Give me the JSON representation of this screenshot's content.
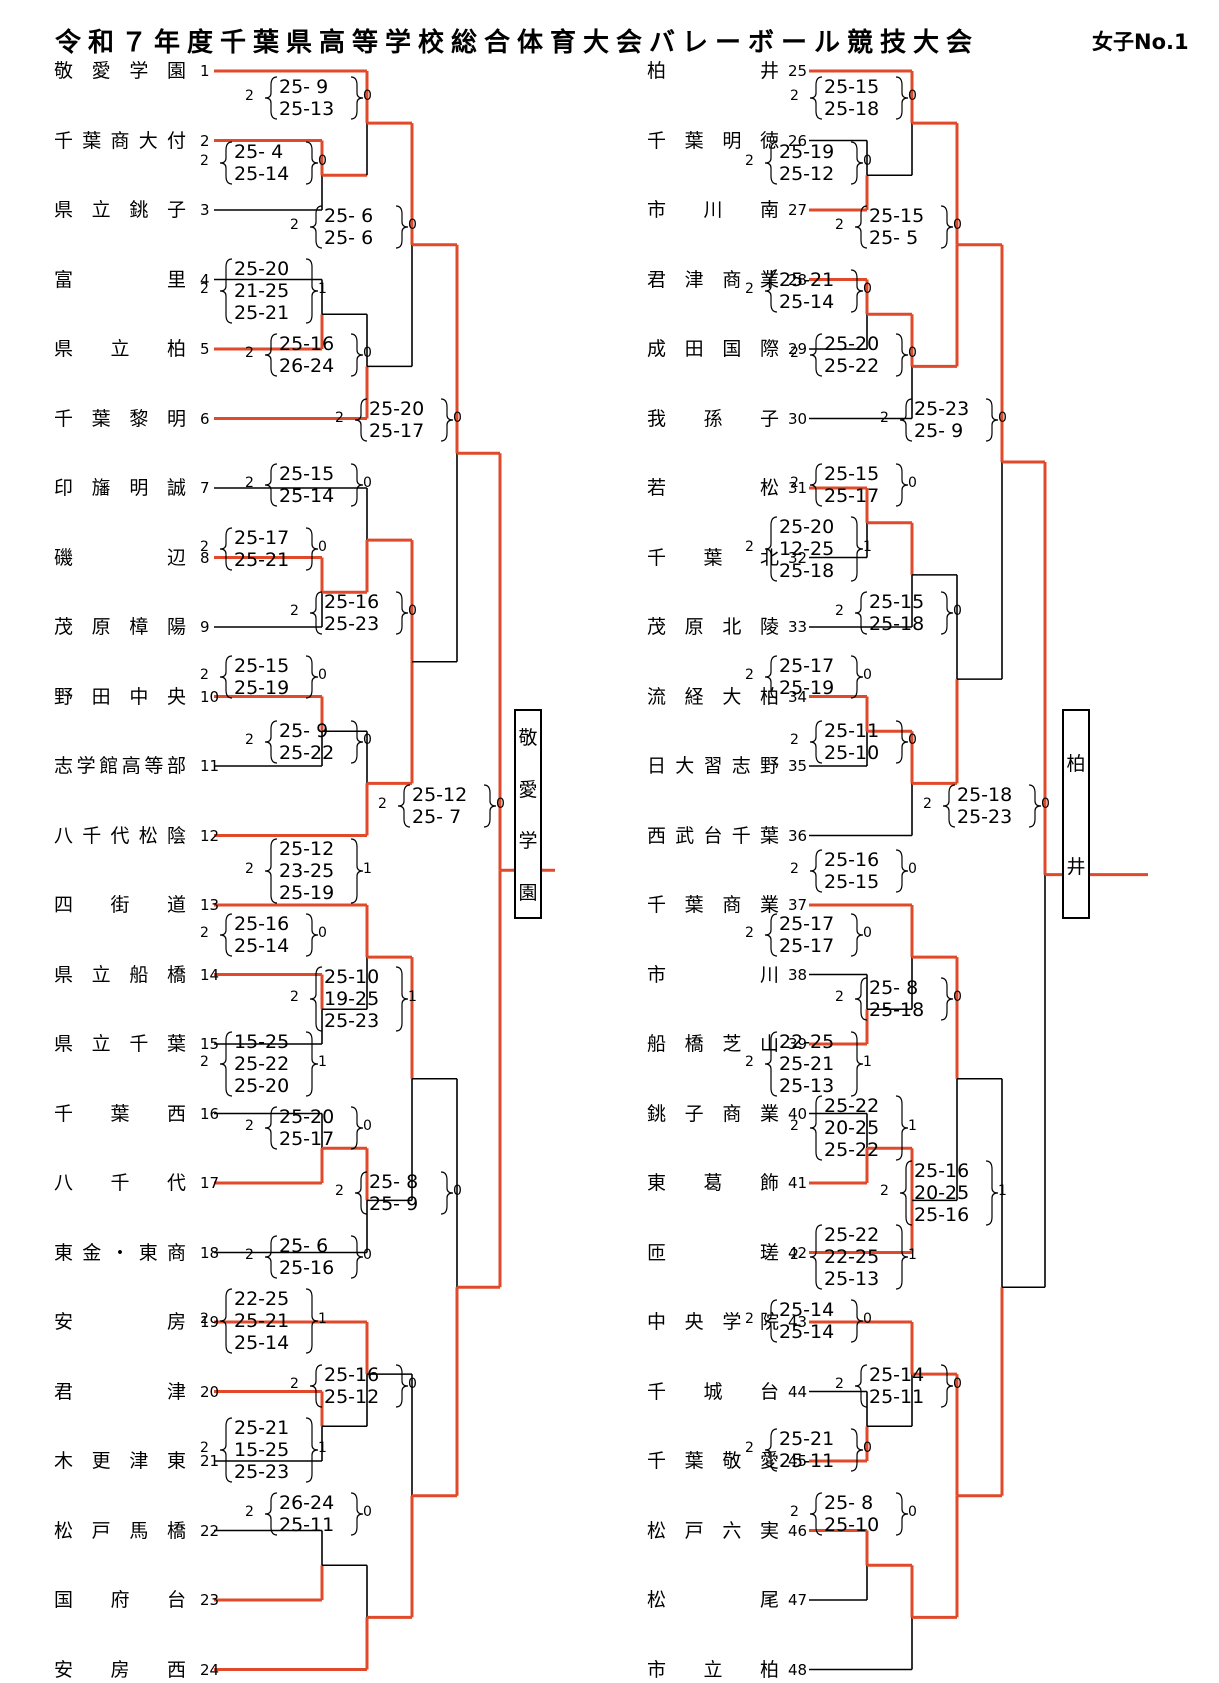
{
  "title": "令和７年度千葉県高等学校総合体育大会バレーボール競技大会",
  "subtitle": "女子No.1",
  "colors": {
    "winner_line": "#e04a2a",
    "loser_line": "#000000"
  },
  "teams_left": [
    {
      "num": "1",
      "name": "敬愛学園"
    },
    {
      "num": "2",
      "name": "千葉商大付"
    },
    {
      "num": "3",
      "name": "県立銚子"
    },
    {
      "num": "4",
      "name": "富里"
    },
    {
      "num": "5",
      "name": "県立柏"
    },
    {
      "num": "6",
      "name": "千葉黎明"
    },
    {
      "num": "7",
      "name": "印旛明誠"
    },
    {
      "num": "8",
      "name": "磯辺"
    },
    {
      "num": "9",
      "name": "茂原樟陽"
    },
    {
      "num": "10",
      "name": "野田中央"
    },
    {
      "num": "11",
      "name": "志学館高等部"
    },
    {
      "num": "12",
      "name": "八千代松陰"
    },
    {
      "num": "13",
      "name": "四街道"
    },
    {
      "num": "14",
      "name": "県立船橋"
    },
    {
      "num": "15",
      "name": "県立千葉"
    },
    {
      "num": "16",
      "name": "千葉西"
    },
    {
      "num": "17",
      "name": "八千代"
    },
    {
      "num": "18",
      "name": "東金・東商"
    },
    {
      "num": "19",
      "name": "安房"
    },
    {
      "num": "20",
      "name": "君津"
    },
    {
      "num": "21",
      "name": "木更津東"
    },
    {
      "num": "22",
      "name": "松戸馬橋"
    },
    {
      "num": "23",
      "name": "国府台"
    },
    {
      "num": "24",
      "name": "安房西"
    }
  ],
  "teams_right": [
    {
      "num": "25",
      "name": "柏井"
    },
    {
      "num": "26",
      "name": "千葉明徳"
    },
    {
      "num": "27",
      "name": "市川南"
    },
    {
      "num": "28",
      "name": "君津商業"
    },
    {
      "num": "29",
      "name": "成田国際"
    },
    {
      "num": "30",
      "name": "我孫子"
    },
    {
      "num": "31",
      "name": "若松"
    },
    {
      "num": "32",
      "name": "千葉北"
    },
    {
      "num": "33",
      "name": "茂原北陵"
    },
    {
      "num": "34",
      "name": "流経大柏"
    },
    {
      "num": "35",
      "name": "日大習志野"
    },
    {
      "num": "36",
      "name": "西武台千葉"
    },
    {
      "num": "37",
      "name": "千葉商業"
    },
    {
      "num": "38",
      "name": "市川"
    },
    {
      "num": "39",
      "name": "船橋芝山"
    },
    {
      "num": "40",
      "name": "銚子商業"
    },
    {
      "num": "41",
      "name": "東葛飾"
    },
    {
      "num": "42",
      "name": "匝瑳"
    },
    {
      "num": "43",
      "name": "中央学院"
    },
    {
      "num": "44",
      "name": "千城台"
    },
    {
      "num": "45",
      "name": "千葉敬愛"
    },
    {
      "num": "46",
      "name": "松戸六実"
    },
    {
      "num": "47",
      "name": "松尾"
    },
    {
      "num": "48",
      "name": "市立柏"
    }
  ],
  "scores_left": [
    {
      "w": "2",
      "l": "0",
      "sets": [
        "25- 9",
        "25-13"
      ]
    },
    {
      "w": "2",
      "l": "0",
      "sets": [
        "25- 4",
        "25-14"
      ]
    },
    {
      "w": "2",
      "l": "0",
      "sets": [
        "25- 6",
        "25- 6"
      ]
    },
    {
      "w": "2",
      "l": "1",
      "sets": [
        "25-20",
        "21-25",
        "25-21"
      ]
    },
    {
      "w": "2",
      "l": "0",
      "sets": [
        "25-16",
        "26-24"
      ]
    },
    {
      "w": "2",
      "l": "0",
      "sets": [
        "25-20",
        "25-17"
      ]
    },
    {
      "w": "2",
      "l": "0",
      "sets": [
        "25-15",
        "25-14"
      ]
    },
    {
      "w": "2",
      "l": "0",
      "sets": [
        "25-17",
        "25-21"
      ]
    },
    {
      "w": "2",
      "l": "0",
      "sets": [
        "25-16",
        "25-23"
      ]
    },
    {
      "w": "2",
      "l": "0",
      "sets": [
        "25-15",
        "25-19"
      ]
    },
    {
      "w": "2",
      "l": "0",
      "sets": [
        "25- 9",
        "25-22"
      ]
    },
    {
      "w": "2",
      "l": "0",
      "sets": [
        "25-12",
        "25- 7"
      ]
    },
    {
      "w": "2",
      "l": "1",
      "sets": [
        "25-12",
        "23-25",
        "25-19"
      ]
    },
    {
      "w": "2",
      "l": "0",
      "sets": [
        "25-16",
        "25-14"
      ]
    },
    {
      "w": "2",
      "l": "1",
      "sets": [
        "25-10",
        "19-25",
        "25-23"
      ]
    },
    {
      "w": "2",
      "l": "1",
      "sets": [
        "15-25",
        "25-22",
        "25-20"
      ]
    },
    {
      "w": "2",
      "l": "0",
      "sets": [
        "25-20",
        "25-17"
      ]
    },
    {
      "w": "2",
      "l": "0",
      "sets": [
        "25- 8",
        "25- 9"
      ]
    },
    {
      "w": "2",
      "l": "0",
      "sets": [
        "25- 6",
        "25-16"
      ]
    },
    {
      "w": "2",
      "l": "1",
      "sets": [
        "22-25",
        "25-21",
        "25-14"
      ]
    },
    {
      "w": "2",
      "l": "0",
      "sets": [
        "25-16",
        "25-12"
      ]
    },
    {
      "w": "2",
      "l": "1",
      "sets": [
        "25-21",
        "15-25",
        "25-23"
      ]
    },
    {
      "w": "2",
      "l": "0",
      "sets": [
        "26-24",
        "25-11"
      ]
    }
  ],
  "scores_right": [
    {
      "w": "2",
      "l": "0",
      "sets": [
        "25-15",
        "25-18"
      ]
    },
    {
      "w": "2",
      "l": "0",
      "sets": [
        "25-19",
        "25-12"
      ]
    },
    {
      "w": "2",
      "l": "0",
      "sets": [
        "25-15",
        "25- 5"
      ]
    },
    {
      "w": "2",
      "l": "0",
      "sets": [
        "25-21",
        "25-14"
      ]
    },
    {
      "w": "2",
      "l": "0",
      "sets": [
        "25-20",
        "25-22"
      ]
    },
    {
      "w": "2",
      "l": "0",
      "sets": [
        "25-23",
        "25- 9"
      ]
    },
    {
      "w": "2",
      "l": "0",
      "sets": [
        "25-15",
        "25-17"
      ]
    },
    {
      "w": "2",
      "l": "1",
      "sets": [
        "25-20",
        "12-25",
        "25-18"
      ]
    },
    {
      "w": "2",
      "l": "0",
      "sets": [
        "25-15",
        "25-18"
      ]
    },
    {
      "w": "2",
      "l": "0",
      "sets": [
        "25-17",
        "25-19"
      ]
    },
    {
      "w": "2",
      "l": "0",
      "sets": [
        "25-11",
        "25-10"
      ]
    },
    {
      "w": "2",
      "l": "0",
      "sets": [
        "25-18",
        "25-23"
      ]
    },
    {
      "w": "2",
      "l": "0",
      "sets": [
        "25-16",
        "25-15"
      ]
    },
    {
      "w": "2",
      "l": "0",
      "sets": [
        "25-17",
        "25-17"
      ]
    },
    {
      "w": "2",
      "l": "0",
      "sets": [
        "25- 8",
        "25-18"
      ]
    },
    {
      "w": "2",
      "l": "1",
      "sets": [
        "22-25",
        "25-21",
        "25-13"
      ]
    },
    {
      "w": "2",
      "l": "1",
      "sets": [
        "25-22",
        "20-25",
        "25-22"
      ]
    },
    {
      "w": "2",
      "l": "1",
      "sets": [
        "25-16",
        "20-25",
        "25-16"
      ]
    },
    {
      "w": "2",
      "l": "1",
      "sets": [
        "25-22",
        "22-25",
        "25-13"
      ]
    },
    {
      "w": "2",
      "l": "0",
      "sets": [
        "25-14",
        "25-14"
      ]
    },
    {
      "w": "2",
      "l": "0",
      "sets": [
        "25-14",
        "25-11"
      ]
    },
    {
      "w": "2",
      "l": "0",
      "sets": [
        "25-21",
        "25-11"
      ]
    },
    {
      "w": "2",
      "l": "0",
      "sets": [
        "25- 8",
        "25-10"
      ]
    }
  ],
  "champions": {
    "left": "敬愛学園",
    "right": "柏井"
  }
}
